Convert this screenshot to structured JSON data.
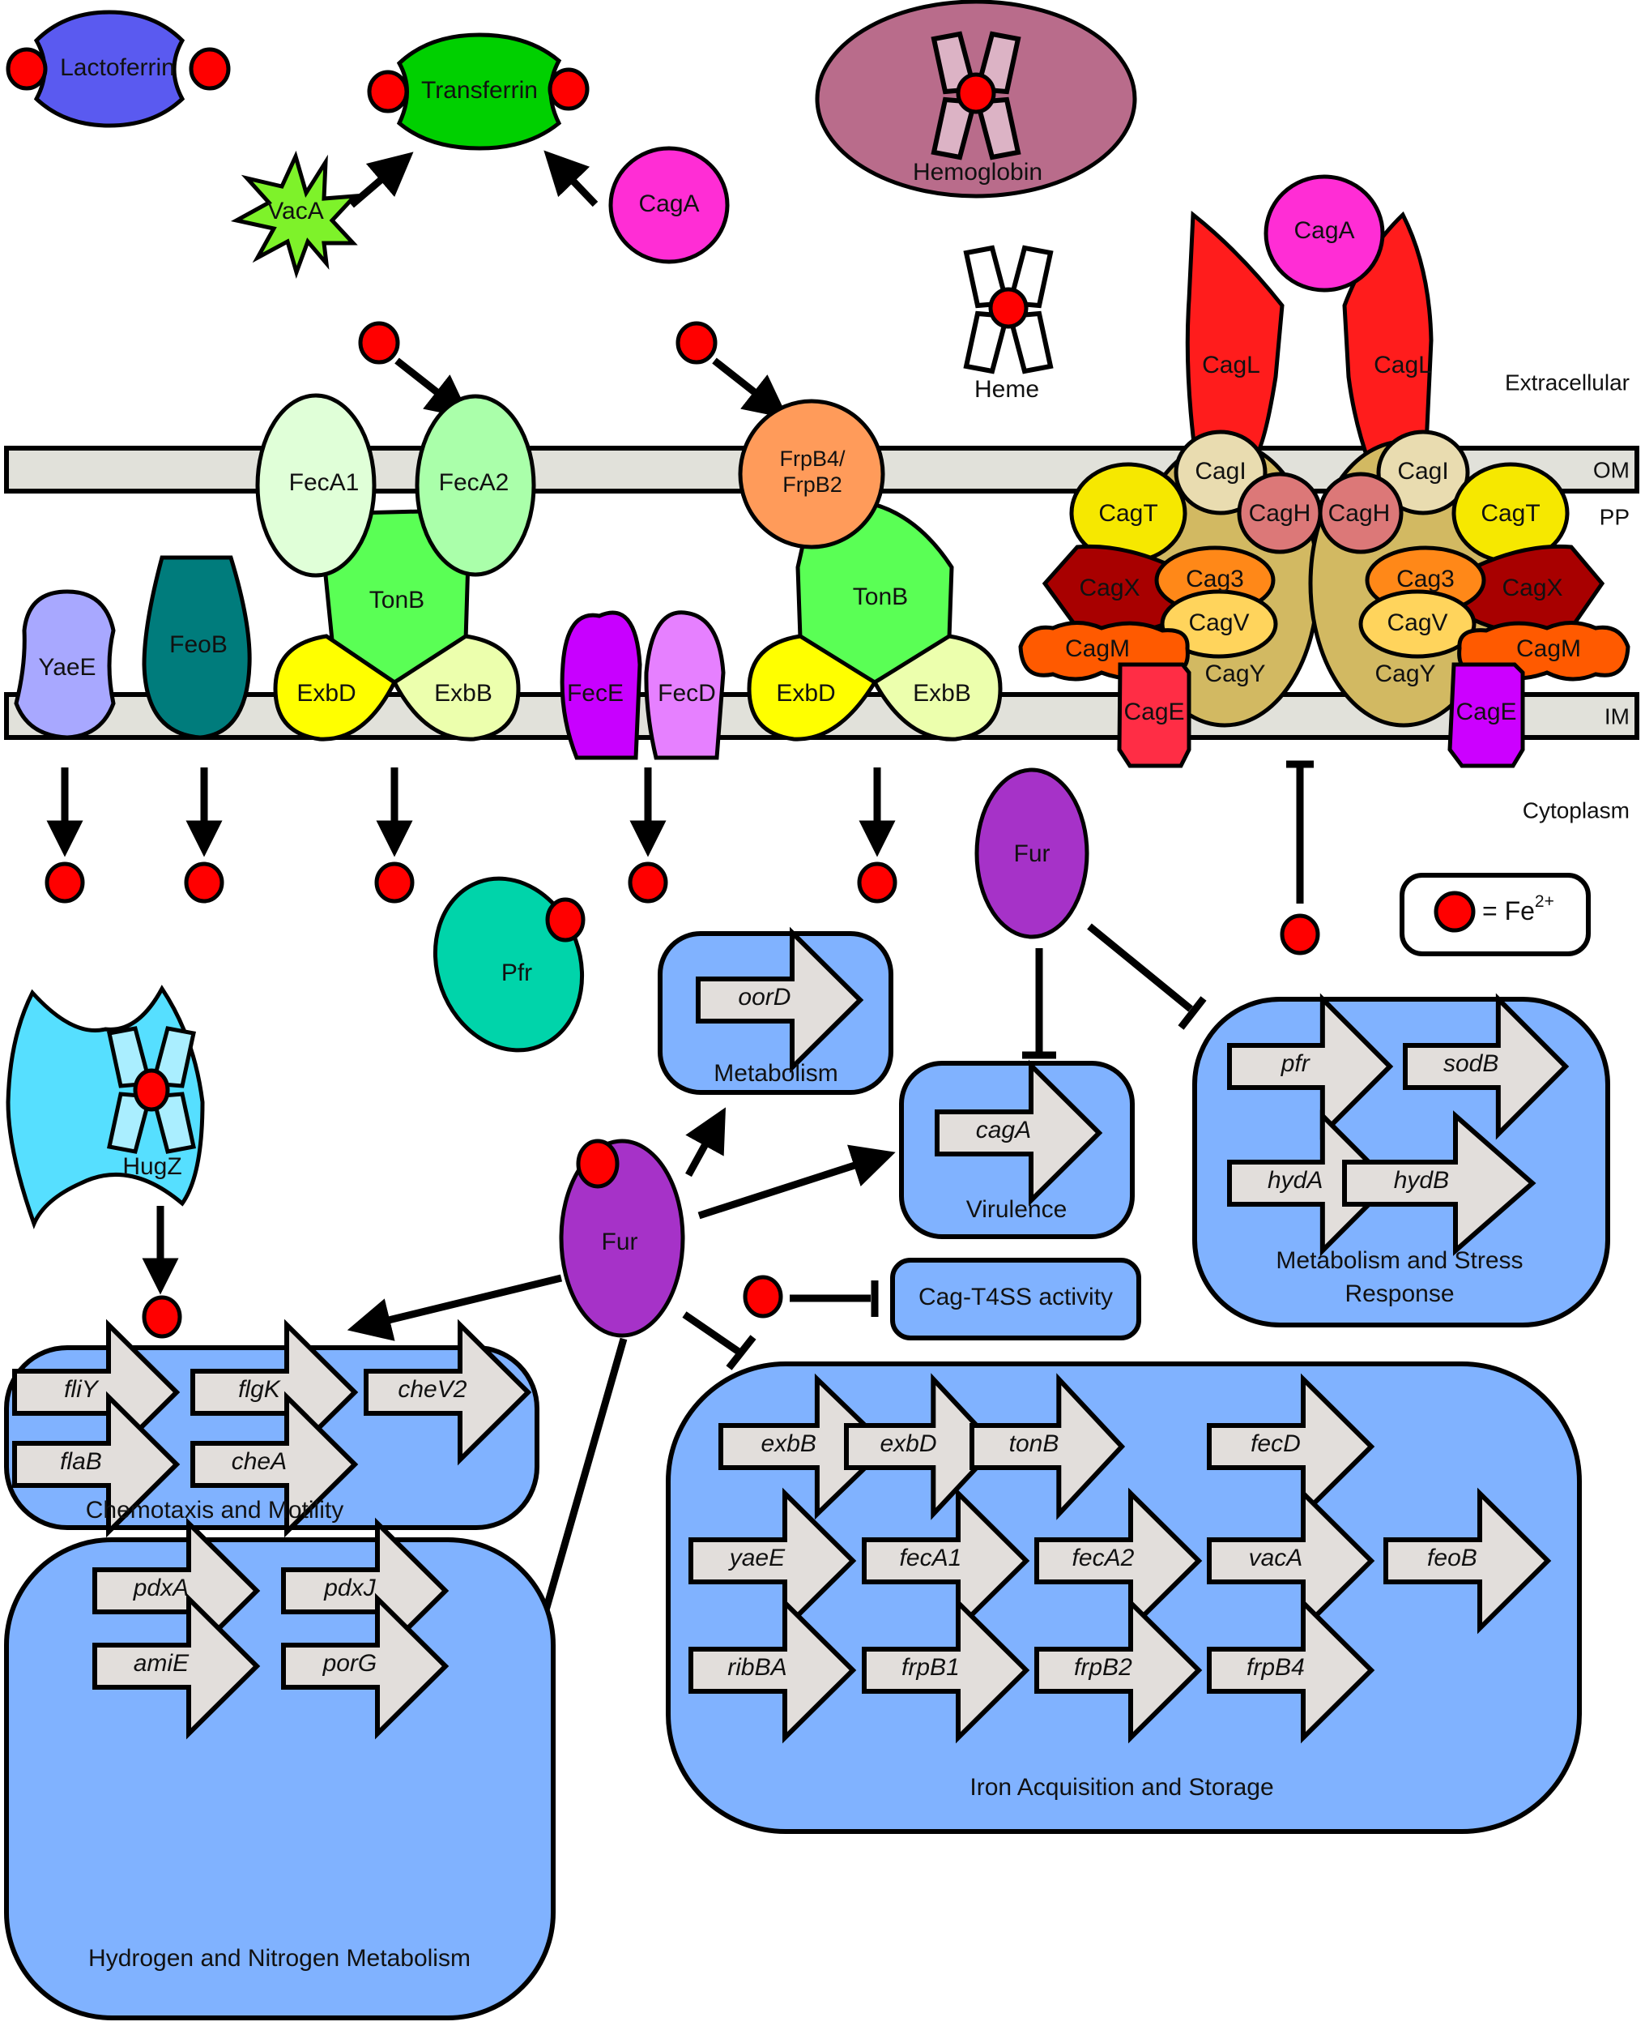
{
  "title": "H. pylori iron acquisition and Fur regulation diagram",
  "colors": {
    "iron": "#ff0000",
    "gene_box": "#80b2ff",
    "gene_arrow": "#e2dedb",
    "membrane": "#e1e1da"
  },
  "regions": {
    "extracellular": "Extracellular",
    "om": "OM",
    "pp": "PP",
    "im": "IM",
    "cytoplasm": "Cytoplasm"
  },
  "host_proteins": {
    "lactoferrin": "Lactoferrin",
    "transferrin": "Transferrin",
    "hemoglobin": "Hemoglobin",
    "heme": "Heme",
    "vaca": "VacA",
    "caga": "CagA"
  },
  "membrane_proteins": {
    "feca1": "FecA1",
    "feca2": "FecA2",
    "frpb": [
      "FrpB4/",
      "FrpB2"
    ],
    "tonb1": "TonB",
    "tonb2": "TonB",
    "exbd1": "ExbD",
    "exbb1": "ExbB",
    "exbd2": "ExbD",
    "exbb2": "ExbB",
    "yaee": "YaeE",
    "feob": "FeoB",
    "fece": "FecE",
    "fecd": "FecD"
  },
  "cag_t4ss": {
    "cagA": "CagA",
    "left": {
      "cagL": "CagL",
      "cagI": "CagI",
      "cagH": "CagH",
      "cagT": "CagT",
      "cagX": "CagX",
      "cag3": "Cag3",
      "cagV": "CagV",
      "cagM": "CagM",
      "cagY": "CagY",
      "cagE": "CagE"
    },
    "right": {
      "cagL": "CagL",
      "cagI": "CagI",
      "cagH": "CagH",
      "cagT": "CagT",
      "cagX": "CagX",
      "cag3": "Cag3",
      "cagV": "CagV",
      "cagM": "CagM",
      "cagY": "CagY",
      "cagE": "CagE"
    }
  },
  "cytoplasm_proteins": {
    "pfr": "Pfr",
    "hugz": "HugZ",
    "fur_apo": "Fur",
    "fur_holo": "Fur"
  },
  "legend": {
    "text": "= Fe",
    "superscript": "2+"
  },
  "gene_groups": {
    "metabolism": {
      "label": "Metabolism",
      "genes": [
        "oorD"
      ]
    },
    "virulence": {
      "label": "Virulence",
      "genes": [
        "cagA"
      ]
    },
    "cag_t4ss": {
      "label": "Cag-T4SS activity"
    },
    "stress": {
      "label": [
        "Metabolism and Stress",
        "Response"
      ],
      "genes": [
        "pfr",
        "sodB",
        "hydA",
        "hydB"
      ]
    },
    "chemotaxis": {
      "label": "Chemotaxis and Motility",
      "genes": [
        "fliY",
        "flgK",
        "cheV2",
        "flaB",
        "cheA"
      ]
    },
    "hydrogen": {
      "label": "Hydrogen and Nitrogen Metabolism",
      "genes": [
        "pdxA",
        "pdxJ",
        "amiE",
        "porG"
      ]
    },
    "iron": {
      "label": "Iron Acquisition and Storage",
      "genes": [
        "exbB",
        "exbD",
        "tonB",
        "fecD",
        "yaeE",
        "fecA1",
        "fecA2",
        "vacA",
        "feoB",
        "ribBA",
        "frpB1",
        "frpB2",
        "frpB4"
      ]
    }
  }
}
